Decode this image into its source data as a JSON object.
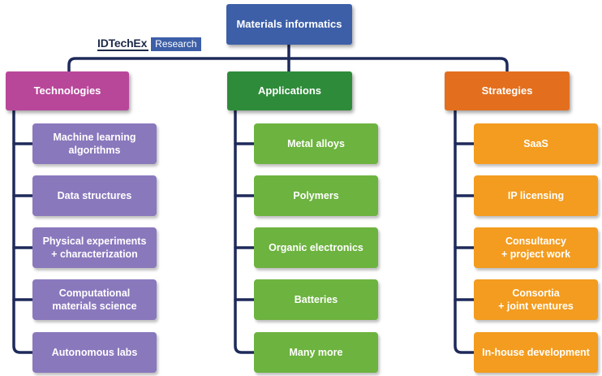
{
  "logo": {
    "brand": "IDTechEx",
    "suffix": "Research"
  },
  "root": {
    "label": "Materials informatics"
  },
  "columns": [
    {
      "header": "Technologies",
      "items": [
        "Machine learning\nalgorithms",
        "Data structures",
        "Physical experiments\n+ characterization",
        "Computational\nmaterials science",
        "Autonomous labs"
      ]
    },
    {
      "header": "Applications",
      "items": [
        "Metal alloys",
        "Polymers",
        "Organic electronics",
        "Batteries",
        "Many more"
      ]
    },
    {
      "header": "Strategies",
      "items": [
        "SaaS",
        "IP licensing",
        "Consultancy\n+ project work",
        "Consortia\n+ joint ventures",
        "In-house development"
      ]
    }
  ],
  "colors": {
    "root": "#3d5fa8",
    "connector": "#1e2a5a",
    "technologies_header": "#b8479a",
    "technologies_items": "#8a78bd",
    "applications_header": "#2e8b3a",
    "applications_items": "#6db33f",
    "strategies_header": "#e36f1e",
    "strategies_items": "#f39c1f"
  }
}
